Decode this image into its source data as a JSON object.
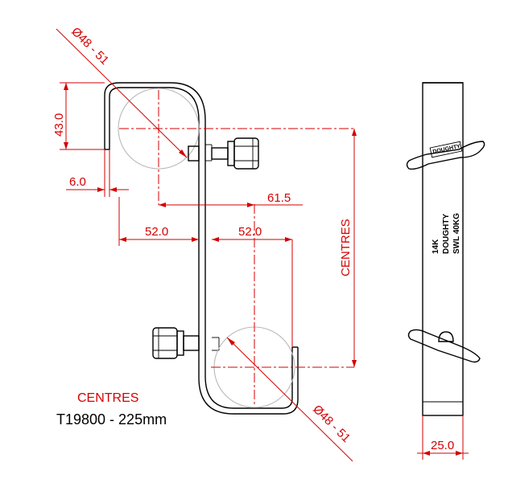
{
  "dimensions": {
    "diameter_top": "Ø48 - 51",
    "diameter_bottom": "Ø48 - 51",
    "height": "43.0",
    "lip_width": "6.0",
    "offset_61": "61.5",
    "left_52": "52.0",
    "right_52": "52.0",
    "centres_vertical": "CENTRES",
    "side_width": "25.0"
  },
  "side_view": {
    "logo": "DOUGHTY",
    "text_line1": "14K",
    "text_line2": "DOUGHTY",
    "text_line3": "SWL 40KG"
  },
  "footer": {
    "centres_label": "CENTRES",
    "part_label": "T19800 - 225mm"
  },
  "colors": {
    "dimension": "#d40000",
    "outline": "#000000",
    "pipe": "#b8b8b8"
  }
}
